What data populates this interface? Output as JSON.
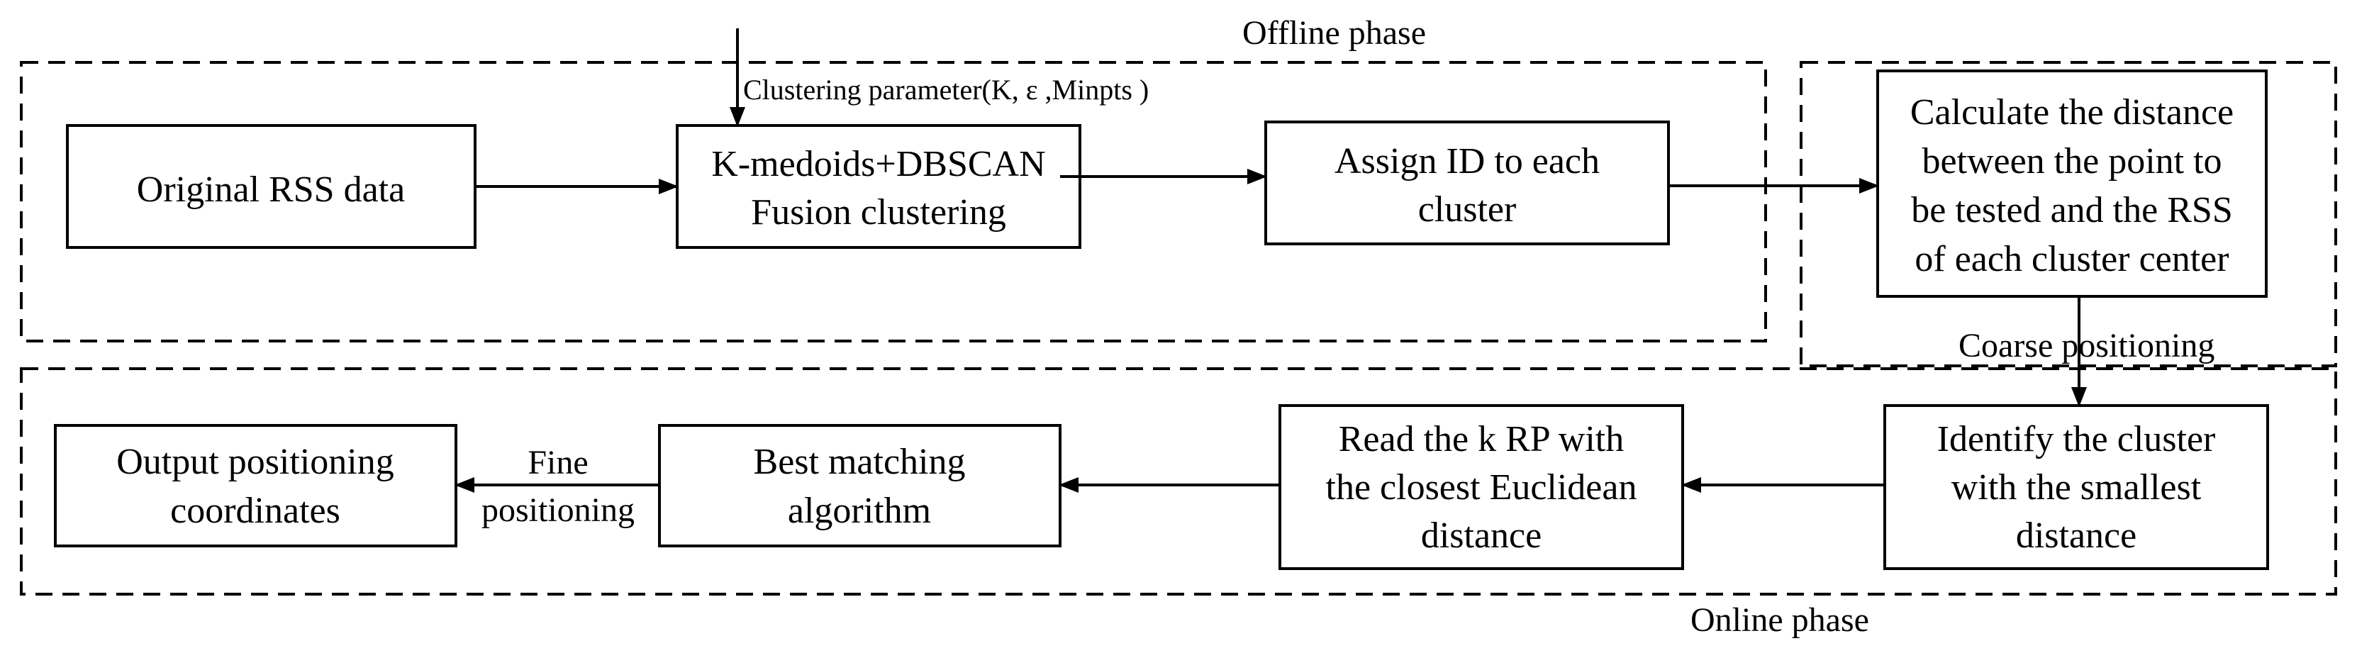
{
  "phases": {
    "offline": "Offline phase",
    "online": "Online phase"
  },
  "nodes": {
    "original_rss": [
      "Original RSS data"
    ],
    "fusion_clustering": [
      "K-medoids+DBSCAN",
      "Fusion clustering"
    ],
    "assign_id": [
      "Assign ID to each",
      "cluster"
    ],
    "calc_distance": [
      "Calculate the distance",
      "between the point to",
      "be tested and the RSS",
      "of each cluster center"
    ],
    "identify_cluster": [
      "Identify the cluster",
      "with the smallest",
      "distance"
    ],
    "read_k_rp": [
      "Read the k RP with",
      "the closest Euclidean",
      "distance"
    ],
    "best_matching": [
      "Best matching",
      "algorithm"
    ],
    "output": [
      "Output positioning",
      "coordinates"
    ]
  },
  "edge_labels": {
    "clustering_parameter": "Clustering parameter(K, ε ,Minpts )",
    "coarse_positioning": "Coarse positioning",
    "fine_positioning": [
      "Fine",
      "positioning"
    ]
  }
}
